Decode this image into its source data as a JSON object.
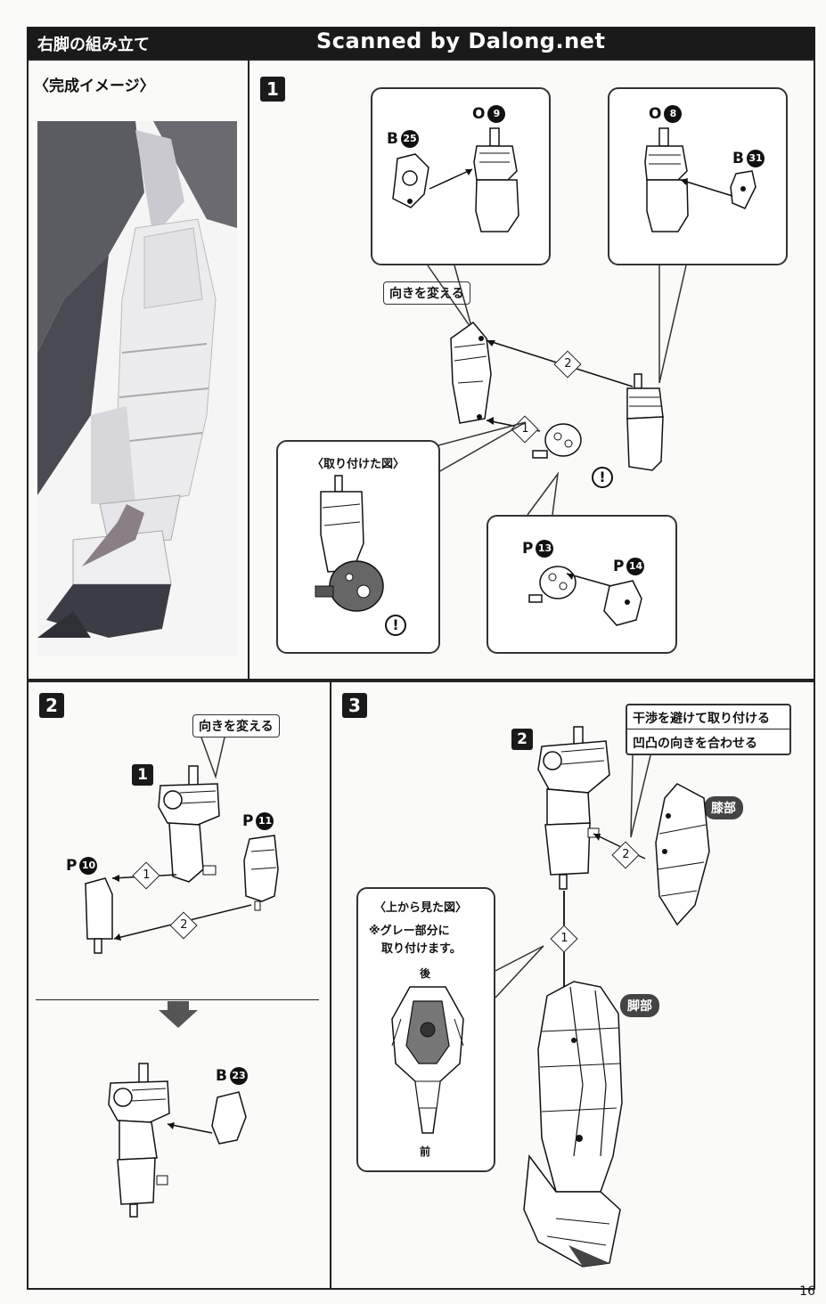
{
  "header": {
    "title": "右脚の組み立て",
    "watermark": "Scanned by Dalong.net"
  },
  "finished_image": {
    "label": "〈完成イメージ〉"
  },
  "step1": {
    "number": "1",
    "change_direction": "向きを変える",
    "attached_view": "〈取り付けた図〉",
    "parts": {
      "O9": {
        "letter": "O",
        "num": "9"
      },
      "B25": {
        "letter": "B",
        "num": "25"
      },
      "O8": {
        "letter": "O",
        "num": "8"
      },
      "B31": {
        "letter": "B",
        "num": "31"
      },
      "P13": {
        "letter": "P",
        "num": "13"
      },
      "P14": {
        "letter": "P",
        "num": "14"
      }
    },
    "seq": [
      "1",
      "2"
    ],
    "warning": "!"
  },
  "step2": {
    "number": "2",
    "change_direction": "向きを変える",
    "ref_step": "1",
    "parts": {
      "P11": {
        "letter": "P",
        "num": "11"
      },
      "P10": {
        "letter": "P",
        "num": "10"
      },
      "B23": {
        "letter": "B",
        "num": "23"
      }
    },
    "seq": [
      "1",
      "2"
    ]
  },
  "step3": {
    "number": "3",
    "ref_step": "2",
    "note1": "干渉を避けて取り付ける",
    "note2": "凹凸の向きを合わせる",
    "knee": "膝部",
    "foot": "脚部",
    "top_view": "〈上から見た図〉",
    "gray_note_line1": "※グレー部分に",
    "gray_note_line2": "取り付けます。",
    "back": "後",
    "front": "前",
    "seq": [
      "2",
      "1"
    ]
  },
  "page_number": "16"
}
